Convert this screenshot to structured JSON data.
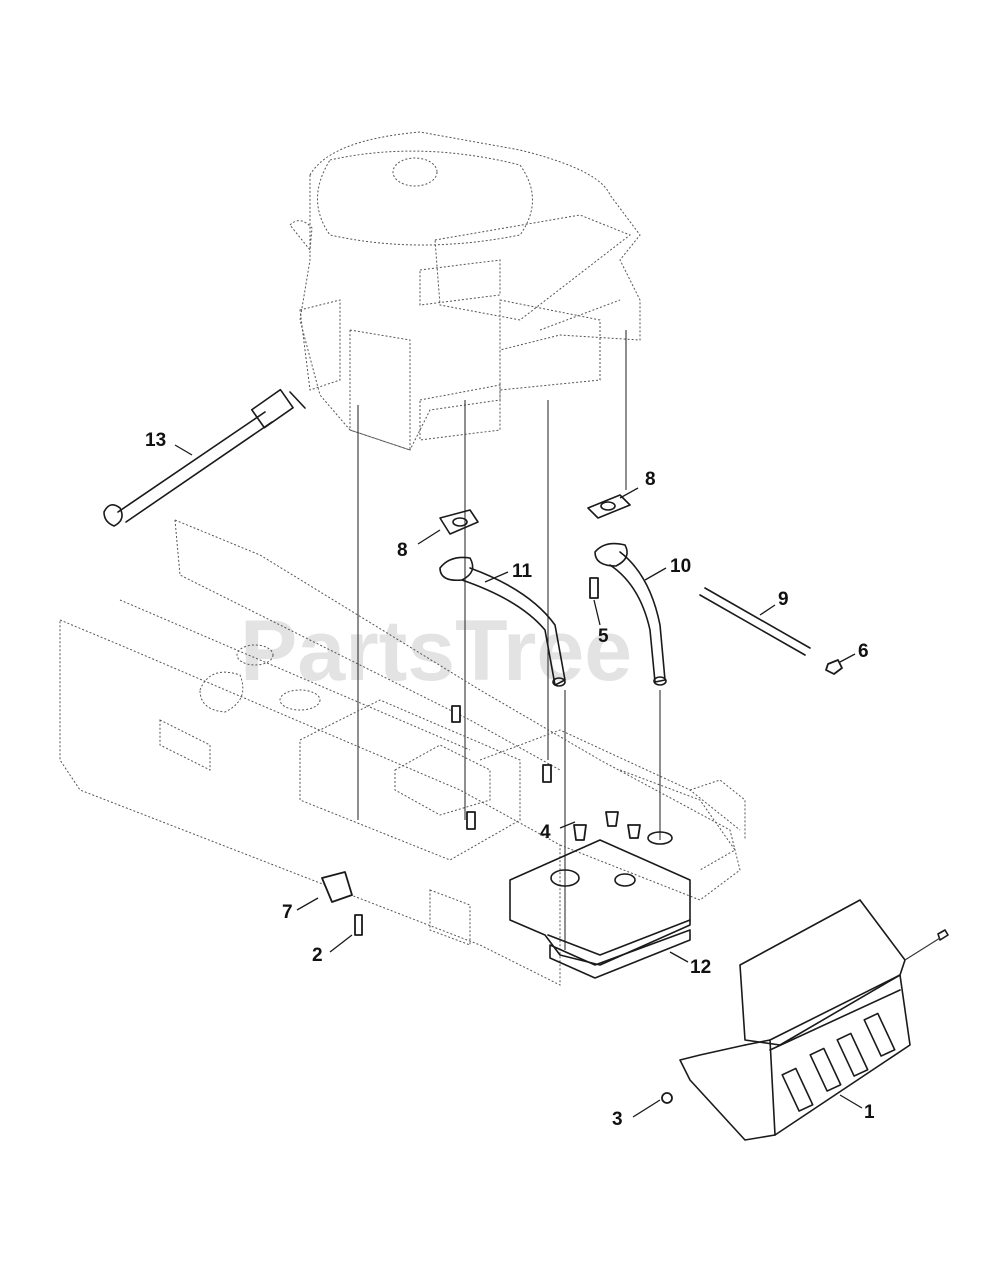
{
  "watermark": "PartsTree",
  "callouts": [
    {
      "id": "1",
      "label": "1"
    },
    {
      "id": "2",
      "label": "2"
    },
    {
      "id": "3",
      "label": "3"
    },
    {
      "id": "4",
      "label": "4"
    },
    {
      "id": "5",
      "label": "5"
    },
    {
      "id": "6",
      "label": "6"
    },
    {
      "id": "7",
      "label": "7"
    },
    {
      "id": "8a",
      "label": "8"
    },
    {
      "id": "8b",
      "label": "8"
    },
    {
      "id": "9",
      "label": "9"
    },
    {
      "id": "10",
      "label": "10"
    },
    {
      "id": "11",
      "label": "11"
    },
    {
      "id": "12",
      "label": "12"
    },
    {
      "id": "13",
      "label": "13"
    }
  ]
}
